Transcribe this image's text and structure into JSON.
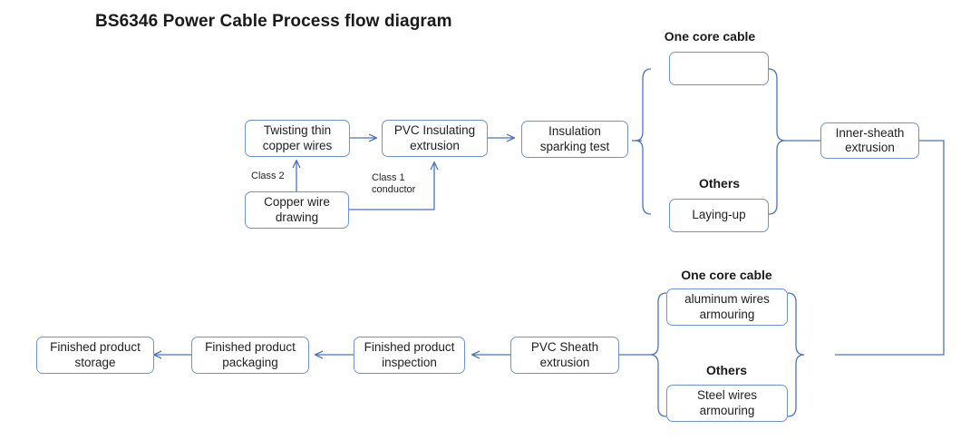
{
  "title": "BS6346 Power Cable Process flow diagram",
  "colors": {
    "node_border": "#6f93d2",
    "connector": "#4a74bd",
    "thick_arrow": "#3a69b4",
    "text": "#1f1f1f",
    "background": "#ffffff"
  },
  "nodes": {
    "twisting": "Twisting thin\ncopper wires",
    "pvc_insulating": "PVC Insulating\nextrusion",
    "insulation_test": "Insulation\nsparking test",
    "copper_drawing": "Copper wire\ndrawing",
    "one_core_passthrough": "",
    "laying_up": "Laying-up",
    "inner_sheath": "Inner-sheath\nextrusion",
    "aluminum_armouring": "aluminum wires\narmouring",
    "steel_armouring": "Steel wires\narmouring",
    "pvc_sheath": "PVC Sheath\nextrusion",
    "finished_inspection": "Finished product\ninspection",
    "finished_packaging": "Finished product\npackaging",
    "finished_storage": "Finished product\nstorage"
  },
  "branch_labels": {
    "upper_one_core": "One core cable",
    "upper_others": "Others",
    "lower_one_core": "One core cable",
    "lower_others": "Others"
  },
  "edge_labels": {
    "class2": "Class 2",
    "class1": "Class 1\nconductor"
  },
  "icons": {
    "passthrough": "right-arrow-icon"
  }
}
